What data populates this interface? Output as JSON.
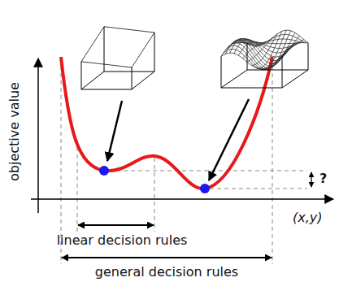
{
  "diagram": {
    "labels": [
      "objective value",
      "(x,y)",
      "?",
      "linear decision rules",
      "general decision rules"
    ]
  }
}
